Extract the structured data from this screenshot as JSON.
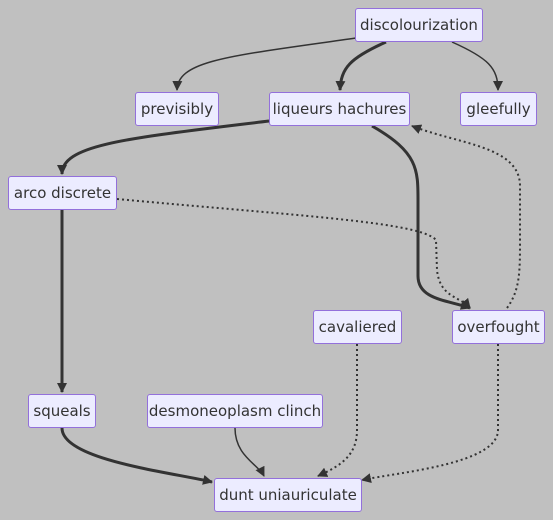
{
  "diagram": {
    "background": "#c0c0c0",
    "node_fill": "#ececff",
    "node_border": "#9370db",
    "text_color": "#333333",
    "nodes": [
      {
        "id": "discolourization",
        "label": "discolourization"
      },
      {
        "id": "previsibly",
        "label": "previsibly"
      },
      {
        "id": "liqueurs_hachures",
        "label": "liqueurs hachures"
      },
      {
        "id": "gleefully",
        "label": "gleefully"
      },
      {
        "id": "arco_discrete",
        "label": "arco discrete"
      },
      {
        "id": "cavaliered",
        "label": "cavaliered"
      },
      {
        "id": "overfought",
        "label": "overfought"
      },
      {
        "id": "squeals",
        "label": "squeals"
      },
      {
        "id": "desmoneoplasm_clinch",
        "label": "desmoneoplasm clinch"
      },
      {
        "id": "dunt_uniauriculate",
        "label": "dunt uniauriculate"
      }
    ],
    "edges": [
      {
        "from": "discolourization",
        "to": "previsibly",
        "style": "normal"
      },
      {
        "from": "discolourization",
        "to": "liqueurs_hachures",
        "style": "thick"
      },
      {
        "from": "discolourization",
        "to": "gleefully",
        "style": "normal"
      },
      {
        "from": "liqueurs_hachures",
        "to": "arco_discrete",
        "style": "thick"
      },
      {
        "from": "liqueurs_hachures",
        "to": "overfought",
        "style": "thick"
      },
      {
        "from": "overfought",
        "to": "liqueurs_hachures",
        "style": "dotted"
      },
      {
        "from": "arco_discrete",
        "to": "overfought",
        "style": "dotted"
      },
      {
        "from": "arco_discrete",
        "to": "squeals",
        "style": "thick"
      },
      {
        "from": "squeals",
        "to": "dunt_uniauriculate",
        "style": "thick"
      },
      {
        "from": "desmoneoplasm_clinch",
        "to": "dunt_uniauriculate",
        "style": "normal"
      },
      {
        "from": "cavaliered",
        "to": "dunt_uniauriculate",
        "style": "dotted"
      },
      {
        "from": "overfought",
        "to": "dunt_uniauriculate",
        "style": "dotted"
      }
    ]
  }
}
